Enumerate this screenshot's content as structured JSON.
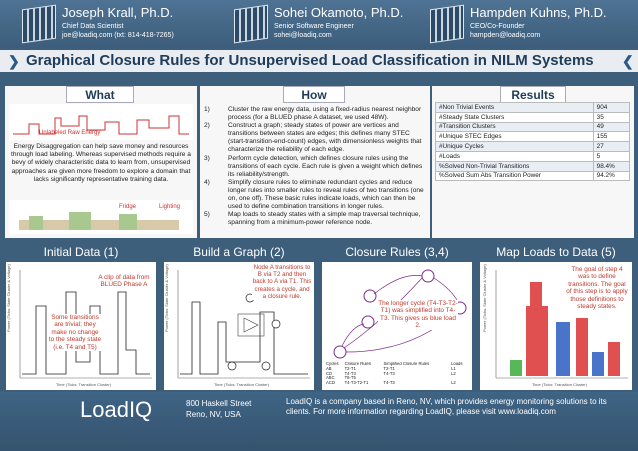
{
  "people": [
    {
      "name": "Joseph Krall, Ph.D.",
      "role": "Chief Data Scientist",
      "email": "joe@loadiq.com (txt: 814-418-7265)"
    },
    {
      "name": "Sohei Okamoto, Ph.D.",
      "role": "Senior Software Engineer",
      "email": "sohei@loadiq.com"
    },
    {
      "name": "Hampden Kuhns, Ph.D.",
      "role": "CEO/Co-Founder",
      "email": "hampden@loadiq.com"
    }
  ],
  "title": "Graphical Closure Rules for Unsupervised Load Classification in NILM Systems",
  "sections": {
    "what": "What",
    "how": "How",
    "results": "Results"
  },
  "what": {
    "label_unlabeled": "Unlabeled Raw Energy",
    "body": "Energy Disaggregation can help save money and resources through load labeling. Whereas supervised methods require a bevy of widely characteristic data to learn from, unsupervised approaches are given more freedom to explore a domain that lacks significantly representative training data.",
    "fridge": "Fridge",
    "lighting": "Lighting"
  },
  "how": [
    {
      "n": "1)",
      "t": "Cluster the raw energy data, using a fixed-radius nearest neighbor process (for a BLUED phase A dataset, we used 48W)."
    },
    {
      "n": "2)",
      "t": "Construct a graph; steady states of power are vertices and transitions between states are edges; this defines many STEC (start-transition-end-count) edges, with dimensionless weights that characterize the reliability of each edge."
    },
    {
      "n": "3)",
      "t": "Perform cycle detection, which defines closure rules using the transitions of each cycle. Each rule is given a weight which defines its reliability/strength."
    },
    {
      "n": "4)",
      "t": "Simplify closure rules to eliminate redundant cycles and reduce longer rules into smaller rules to reveal rules of two transitions (one on, one off). These basic rules indicate loads, which can then be used to define combination transitions in longer rules."
    },
    {
      "n": "5)",
      "t": "Map loads to steady states with a simple map traversal technique, spanning from a minimum-power reference node."
    }
  ],
  "results": [
    [
      "#Non Trivial Events",
      "904"
    ],
    [
      "#Steady State Clusters",
      "35"
    ],
    [
      "#Transition Clusters",
      "49"
    ],
    [
      "#Unique STEC Edges",
      "155"
    ],
    [
      "#Unique Cycles",
      "27"
    ],
    [
      "#Loads",
      "5"
    ],
    [
      "%Solved Non-Trivial Transitions",
      "98.4%"
    ],
    [
      "%Solved Sum Abs Transition Power",
      "94.2%"
    ]
  ],
  "bottom_titles": [
    "Initial Data (1)",
    "Build a Graph (2)",
    "Closure Rules (3,4)",
    "Map Loads to Data (5)"
  ],
  "notes": {
    "clip": "A clip of data from BLUED Phase A",
    "trivial": "Some transitions are trivial; they make no change to the steady state (i.e. T4 and T5)",
    "nodeA": "Node A transitions to B via T2 and then back to A via T1. This creates a cycle, and a closure rule.",
    "longer": "The longer cycle (T4-T3-T2-T1) was simplified into T4-T3. This gives us blue load 2.",
    "goal": "The goal of step 4 was to define transitions. The goal of this step is to apply those definitions to steady states."
  },
  "rules_table": {
    "headers": [
      "Cycles",
      "Closure Rules",
      "Simplified Closure Rules",
      "Loads"
    ],
    "rows": [
      [
        "AB",
        "T2-T1",
        "T2-T1",
        "L1"
      ],
      [
        "CD",
        "T4-T3",
        "T4-T3",
        "L2"
      ],
      [
        "ABC",
        "T6-T5",
        "",
        ""
      ],
      [
        "ACD",
        "T4-T3-T2-T1",
        "T4-T3",
        "L2"
      ]
    ]
  },
  "axis": {
    "x": "Time (Ticks: Transition Cluster)",
    "y": "Power (Ticks: State Cluster & Voltage)"
  },
  "footer": {
    "logo": "LoadIQ",
    "addr1": "800 Haskell Street",
    "addr2": "Reno, NV, USA",
    "text": "LoadIQ is a company based in Reno, NV, which provides energy monitoring solutions to its clients. For more information regarding LoadIQ, please visit www.loadiq.com"
  },
  "colors": {
    "accent": "#1f3c5a",
    "header": "#4f7394",
    "panel": "#f7f7f7",
    "bar_red": "#e05050",
    "bar_blue": "#4a74c9",
    "bar_green": "#58b858"
  }
}
